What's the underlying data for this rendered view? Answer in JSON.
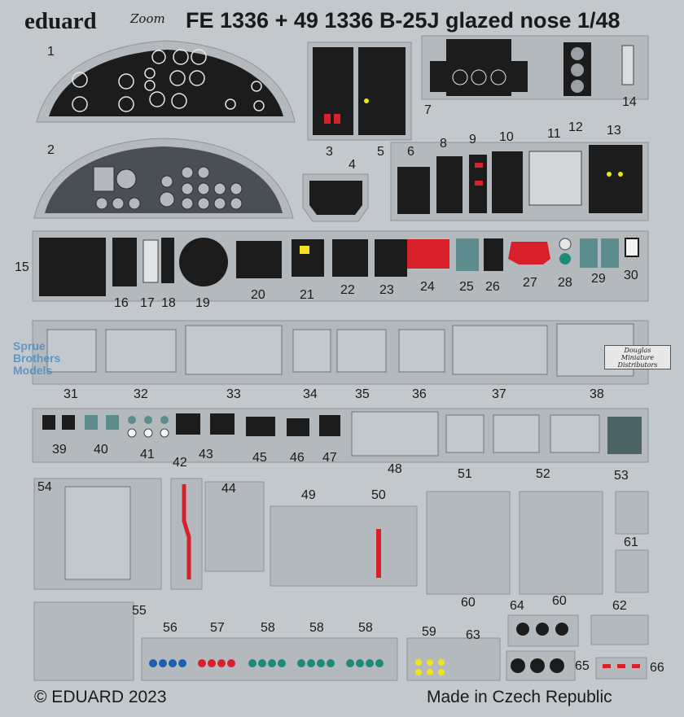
{
  "header": {
    "brand": "eduard",
    "logo_word": "Zoom",
    "title": "FE 1336 + 49 1336  B-25J glazed nose 1/48"
  },
  "footer": {
    "copyright": "© EDUARD 2023",
    "origin": "Made in Czech Republic"
  },
  "watermark": {
    "line1": "Sprue",
    "line2": "Brothers",
    "line3": "Models"
  },
  "distributor_tag": {
    "line1": "Douglas",
    "line2": "Miniature",
    "line3": "Distributors"
  },
  "part_numbers": {
    "p1": "1",
    "p2": "2",
    "p3": "3",
    "p4": "4",
    "p5": "5",
    "p6": "6",
    "p7": "7",
    "p8": "8",
    "p9": "9",
    "p10": "10",
    "p11": "11",
    "p12": "12",
    "p13": "13",
    "p14": "14",
    "p15": "15",
    "p16": "16",
    "p17": "17",
    "p18": "18",
    "p19": "19",
    "p20": "20",
    "p21": "21",
    "p22": "22",
    "p23": "23",
    "p24": "24",
    "p25": "25",
    "p26": "26",
    "p27": "27",
    "p28": "28",
    "p29": "29",
    "p30": "30",
    "p31": "31",
    "p32": "32",
    "p33": "33",
    "p34": "34",
    "p35": "35",
    "p36": "36",
    "p37": "37",
    "p38": "38",
    "p39": "39",
    "p40": "40",
    "p41": "41",
    "p42": "42",
    "p43": "43",
    "p44": "44",
    "p45": "45",
    "p46": "46",
    "p47": "47",
    "p48": "48",
    "p49": "49",
    "p50": "50",
    "p51": "51",
    "p52": "52",
    "p53": "53",
    "p54": "54",
    "p55": "55",
    "p56": "56",
    "p57": "57",
    "p58a": "58",
    "p58b": "58",
    "p58c": "58",
    "p59": "59",
    "p60a": "60",
    "p60b": "60",
    "p61": "61",
    "p62": "62",
    "p63": "63",
    "p64": "64",
    "p65": "65",
    "p66": "66"
  },
  "colors": {
    "fret": "#c3c8cd",
    "panel_black": "#1c1c1c",
    "red": "#d8202a",
    "teal": "#1f8a78",
    "blue": "#1f5fb0",
    "yellow": "#f2e21a"
  }
}
